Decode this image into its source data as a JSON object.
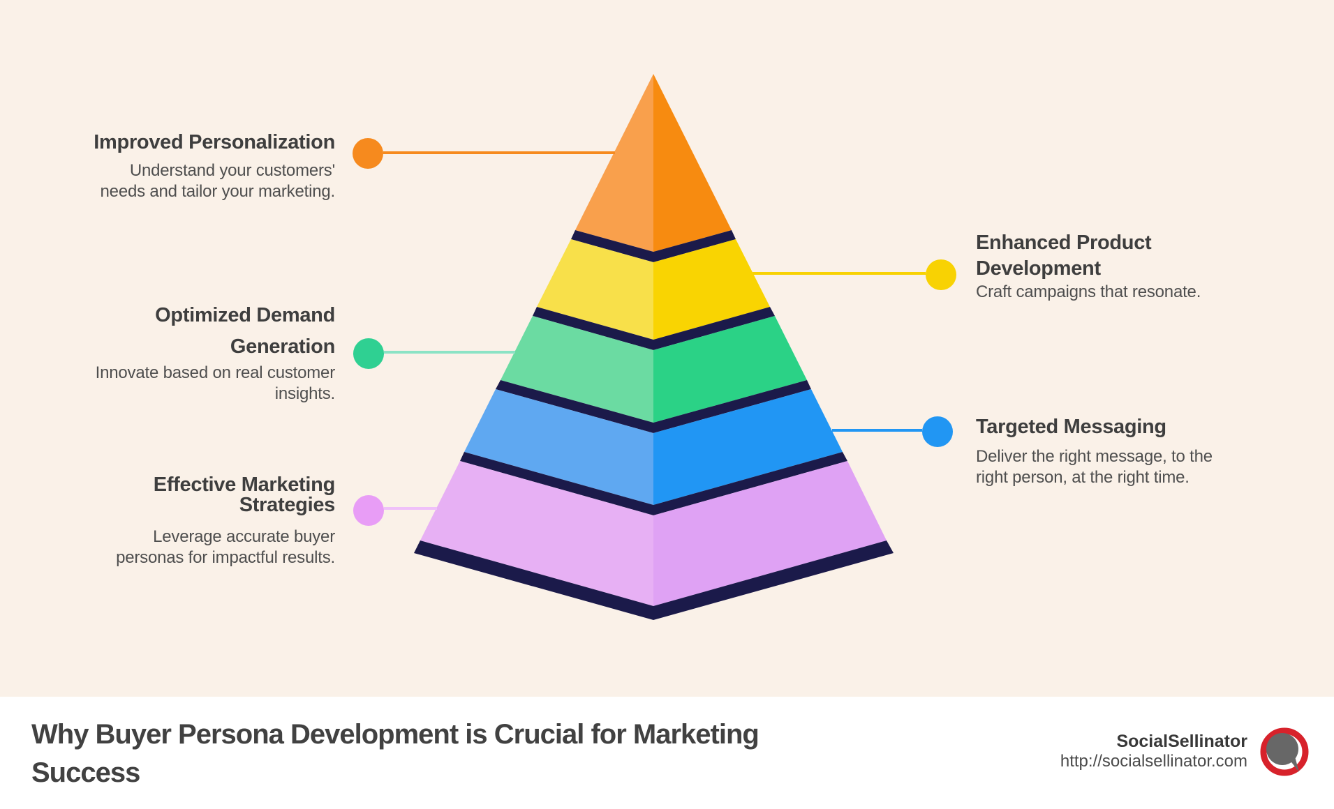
{
  "canvas": {
    "background": "#FAF1E8",
    "footer_background": "#FFFFFF"
  },
  "pyramid": {
    "separator_color": "#1B1A4A",
    "layers": [
      {
        "id": "level-1-top",
        "left_color": "#F9A04C",
        "right_color": "#F78B10"
      },
      {
        "id": "level-2",
        "left_color": "#F8E04A",
        "right_color": "#F9D402"
      },
      {
        "id": "level-3",
        "left_color": "#6BDBA2",
        "right_color": "#2BD286"
      },
      {
        "id": "level-4",
        "left_color": "#5FA8F1",
        "right_color": "#2196F4"
      },
      {
        "id": "level-5-bottom",
        "left_color": "#E7B0F4",
        "right_color": "#DFA2F4"
      }
    ]
  },
  "callouts": {
    "left": [
      {
        "heading_lines": [
          "Improved Personalization"
        ],
        "desc_lines": [
          "Understand your customers'",
          "needs and tailor your marketing."
        ],
        "dot_color": "#F68A1E",
        "line_color": "#F68A1E"
      },
      {
        "heading_lines": [
          "Optimized Demand",
          "Generation"
        ],
        "desc_lines": [
          "Innovate based on real customer",
          "insights."
        ],
        "dot_color": "#2FD092",
        "line_color": "#8BE3C5"
      },
      {
        "heading_lines": [
          "Effective Marketing",
          "Strategies"
        ],
        "desc_lines": [
          "Leverage accurate buyer",
          "personas for impactful results."
        ],
        "dot_color": "#E89DF6",
        "line_color": "#EFC0F9"
      }
    ],
    "right": [
      {
        "heading_lines": [
          "Enhanced Product",
          "Development"
        ],
        "desc_lines": [
          "Craft campaigns that resonate."
        ],
        "dot_color": "#F8D203",
        "line_color": "#F8D203"
      },
      {
        "heading_lines": [
          "Targeted Messaging"
        ],
        "desc_lines": [
          "Deliver the right message, to the",
          "right person, at the right time."
        ],
        "dot_color": "#2196F3",
        "line_color": "#2196F3"
      }
    ]
  },
  "footer": {
    "title_lines": [
      "Why Buyer Persona Development is Crucial for Marketing",
      "Success"
    ],
    "title_color": "#414141",
    "brand_name": "SocialSellinator",
    "brand_url": "http://socialsellinator.com",
    "logo_ring_color": "#D7222B",
    "logo_bubble_color": "#676767"
  }
}
